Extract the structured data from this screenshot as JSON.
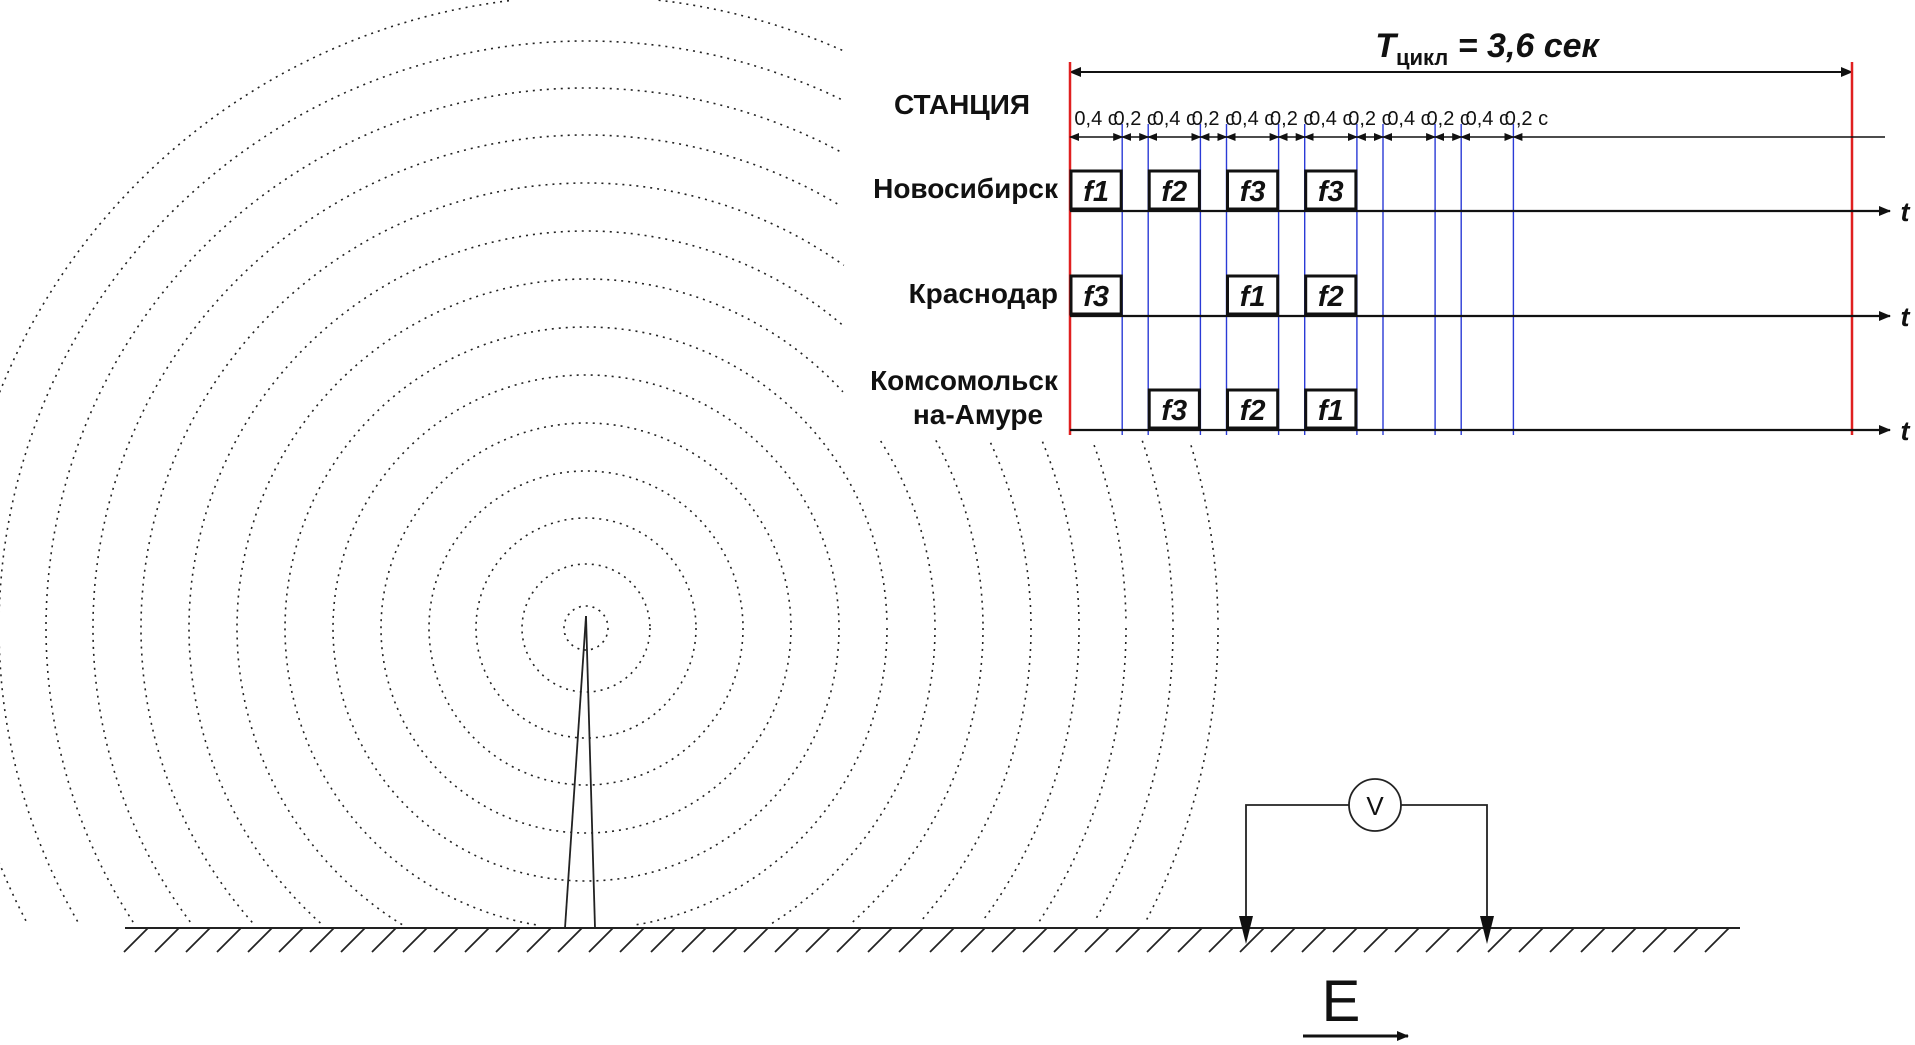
{
  "title": {
    "symbol": "T",
    "subscript": "цикл",
    "rest": " = 3,6 сек"
  },
  "station_header": "СТАНЦИЯ",
  "time_axis_label": "t",
  "slot_durations": [
    "0,4 с",
    "0,2 с",
    "0,4 с",
    "0,2 с",
    "0,4 с",
    "0,2 с",
    "0,4 с",
    "0,2 с",
    "0,4 с",
    "0,2 с",
    "0,4 с",
    "0,2 с"
  ],
  "stations": [
    {
      "name_lines": [
        "Новосибирск"
      ],
      "slots": [
        "f1",
        "f2",
        "f3",
        "f3",
        "",
        ""
      ]
    },
    {
      "name_lines": [
        "Краснодар"
      ],
      "slots": [
        "f3",
        "",
        "f1",
        "f2",
        "",
        ""
      ]
    },
    {
      "name_lines": [
        "Комсомольск",
        "на-Амуре"
      ],
      "slots": [
        "",
        "f3",
        "f2",
        "f1",
        "",
        ""
      ]
    }
  ],
  "voltmeter_label": "V",
  "field_label": "E",
  "colors": {
    "cycle_boundary": "#e02020",
    "slot_divider": "#2a3ad6",
    "ink": "#111111"
  }
}
